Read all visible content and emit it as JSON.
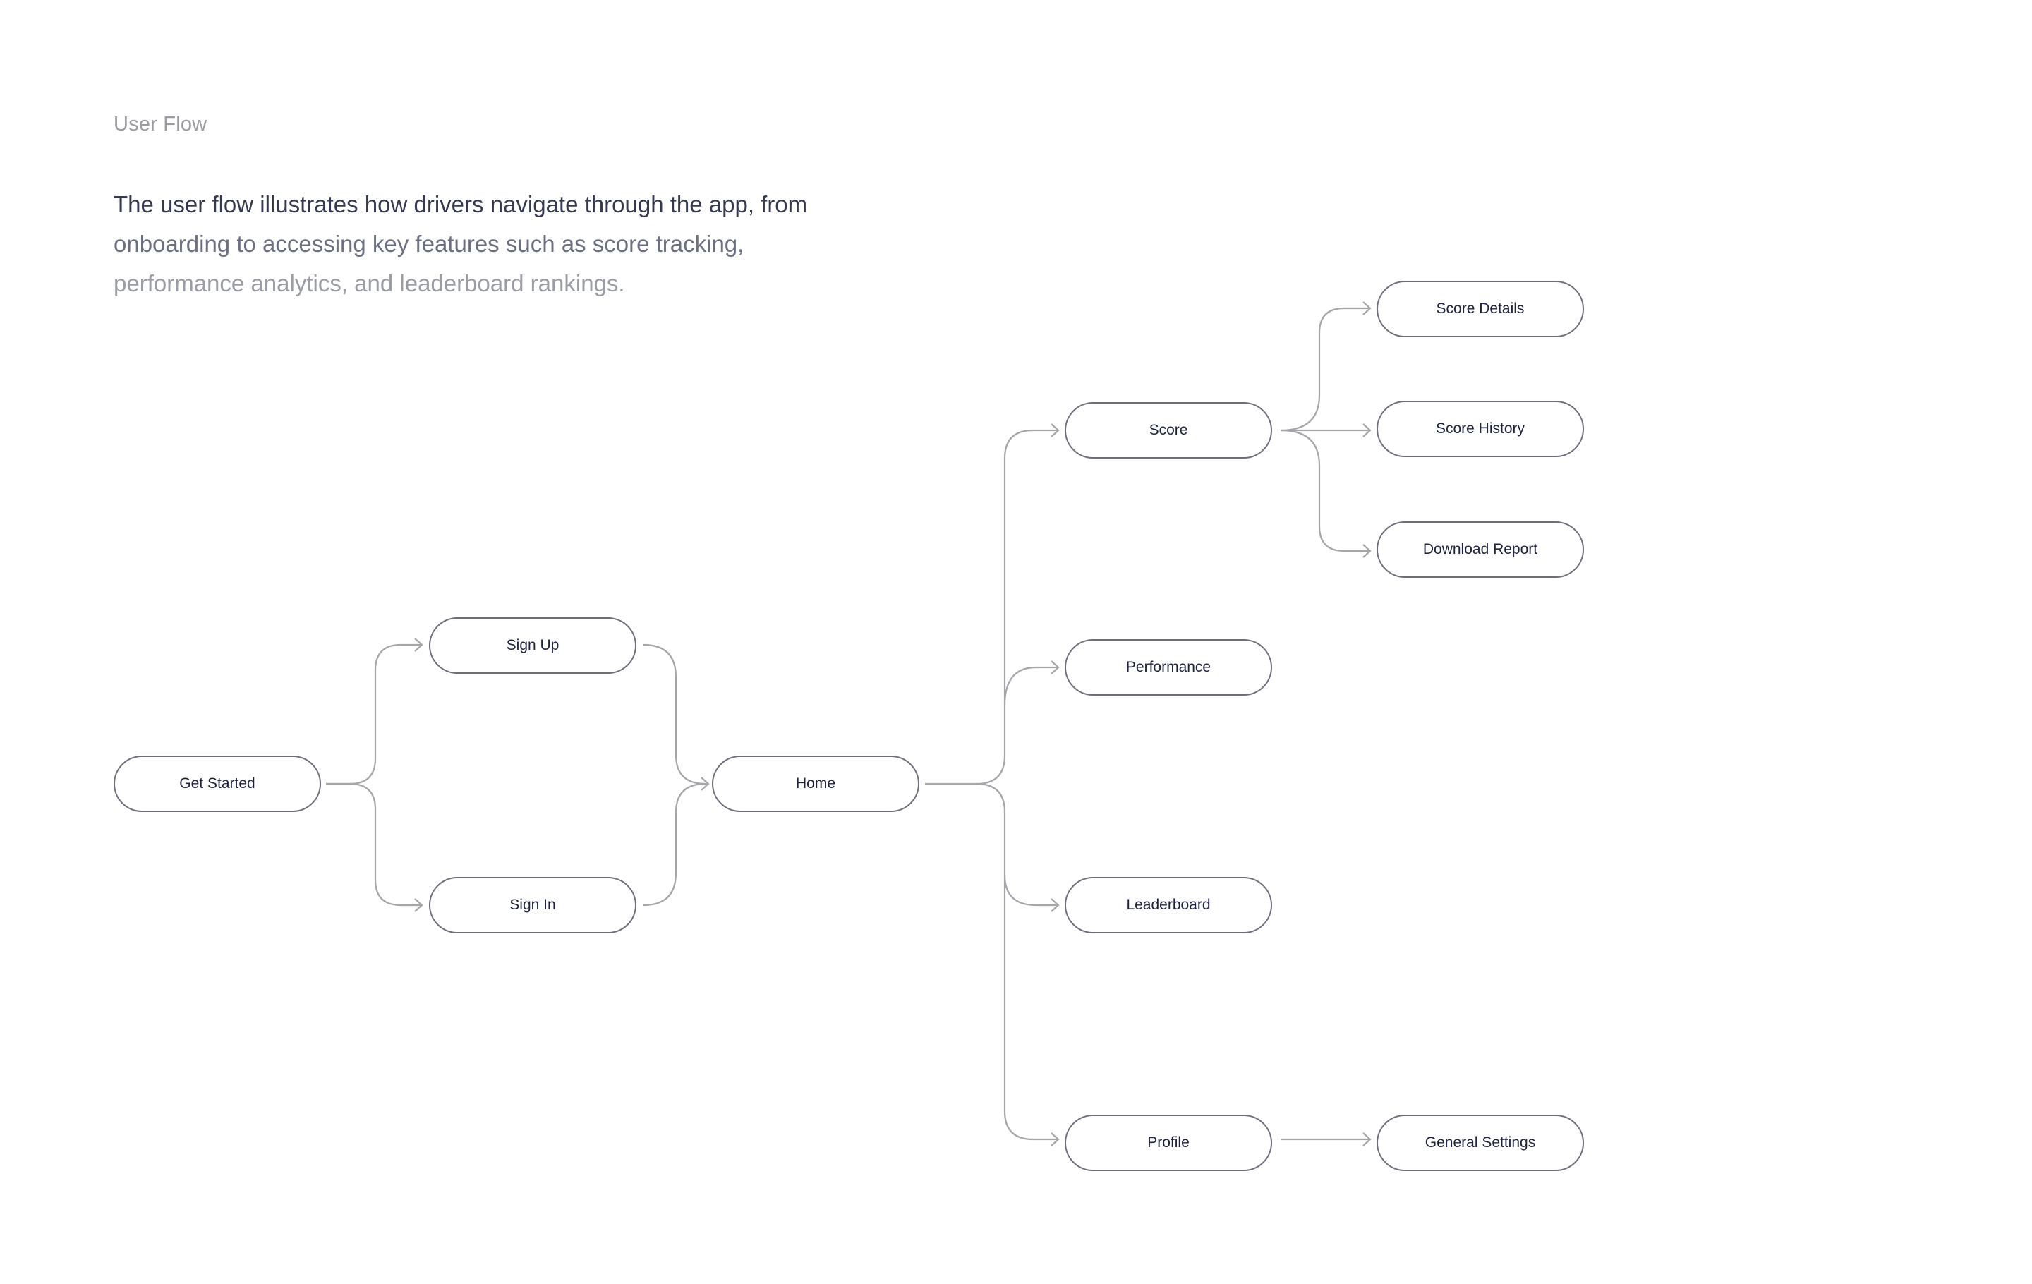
{
  "header": {
    "eyebrow": "User Flow",
    "description_lines": [
      "The user flow illustrates how drivers navigate through the app, from",
      "onboarding to accessing key features such as score tracking,",
      "performance analytics, and leaderboard rankings."
    ]
  },
  "flow": {
    "nodes": {
      "get_started": "Get Started",
      "sign_up": "Sign Up",
      "sign_in": "Sign In",
      "home": "Home",
      "score": "Score",
      "performance": "Performance",
      "leaderboard": "Leaderboard",
      "profile": "Profile",
      "score_details": "Score Details",
      "score_history": "Score History",
      "download_report": "Download Report",
      "general_settings": "General Settings"
    },
    "edges": [
      [
        "get_started",
        "sign_up"
      ],
      [
        "get_started",
        "sign_in"
      ],
      [
        "sign_up",
        "home"
      ],
      [
        "sign_in",
        "home"
      ],
      [
        "home",
        "score"
      ],
      [
        "home",
        "performance"
      ],
      [
        "home",
        "leaderboard"
      ],
      [
        "home",
        "profile"
      ],
      [
        "score",
        "score_details"
      ],
      [
        "score",
        "score_history"
      ],
      [
        "score",
        "download_report"
      ],
      [
        "profile",
        "general_settings"
      ]
    ]
  },
  "colors": {
    "node_border": "#6c6e7c",
    "node_text": "#1c2140",
    "connector": "#a6a6aa",
    "eyebrow": "#9a9ca3",
    "heading_dark": "#353a52"
  }
}
